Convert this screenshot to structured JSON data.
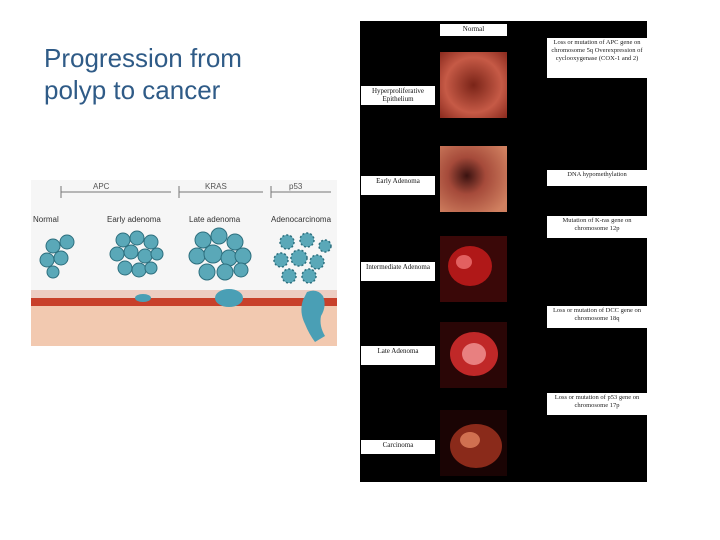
{
  "slide": {
    "title_line1": "Progression from",
    "title_line2": "polyp to cancer"
  },
  "diagram": {
    "genes": [
      "APC",
      "KRAS",
      "p53"
    ],
    "stages": [
      "Normal",
      "Early adenoma",
      "Late adenoma",
      "Adenocarcinoma"
    ],
    "colors": {
      "cell": "#5aa8b8",
      "tissue_top": "#c8402a",
      "tissue_mid": "#f2c9b0",
      "tumor": "#4a9fb5"
    }
  },
  "panel": {
    "stages": [
      {
        "label": "Normal"
      },
      {
        "label": "Hyperproliferative Epithelium"
      },
      {
        "label": "Early Adenoma"
      },
      {
        "label": "Intermediate Adenoma"
      },
      {
        "label": "Late Adenoma"
      },
      {
        "label": "Carcinoma"
      }
    ],
    "events": [
      "Loss or mutation of APC gene on chromosome 5q Overexpression of cyclooxygenase (COX-1 and 2)",
      "DNA hypomethylation",
      "Mutation of K-ras gene on chromosome 12p",
      "Loss or mutation of DCC gene on chromosome 18q",
      "Loss or mutation of p53 gene on chromosome 17p"
    ]
  }
}
